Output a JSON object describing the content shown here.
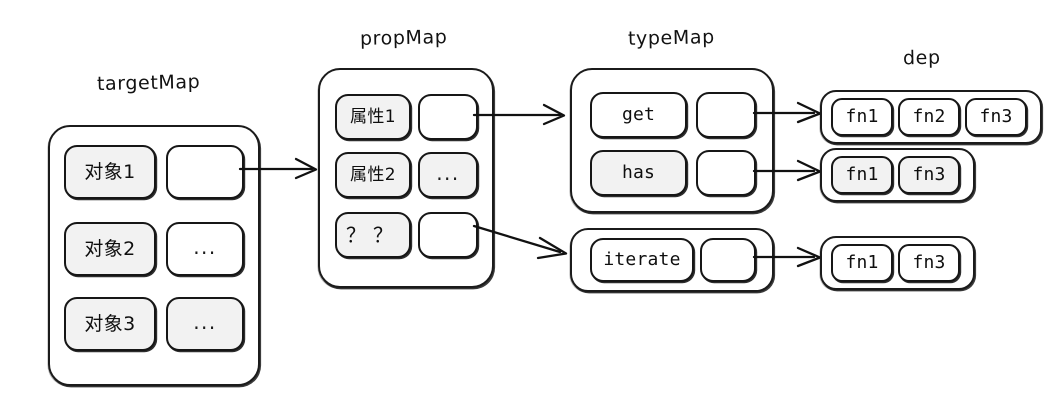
{
  "diagram": {
    "title_targetMap": "targetMap",
    "title_propMap": "propMap",
    "title_typeMap": "typeMap",
    "title_dep": "dep"
  },
  "targetMap": {
    "label": "targetMap",
    "rows": [
      {
        "key": "对象1",
        "value": ""
      },
      {
        "key": "对象2",
        "value": "..."
      },
      {
        "key": "对象3",
        "value": "..."
      }
    ]
  },
  "propMap": {
    "label": "propMap",
    "rows": [
      {
        "key": "属性1",
        "value": ""
      },
      {
        "key": "属性2",
        "value": "..."
      },
      {
        "key": "？？",
        "value": ""
      }
    ]
  },
  "typeMap": {
    "label": "typeMap",
    "rows": [
      {
        "key": "get",
        "value": ""
      },
      {
        "key": "has",
        "value": ""
      }
    ],
    "extra_rows": [
      {
        "key": "iterate",
        "value": ""
      }
    ]
  },
  "dep": {
    "label": "dep",
    "groups": [
      {
        "items": [
          "fn1",
          "fn2",
          "fn3"
        ]
      },
      {
        "items": [
          "fn1",
          "fn3"
        ]
      },
      {
        "items": [
          "fn1",
          "fn3"
        ]
      }
    ]
  },
  "colors": {
    "stroke": "#161616",
    "shade": "#f2f2f2",
    "background": "#ffffff"
  }
}
